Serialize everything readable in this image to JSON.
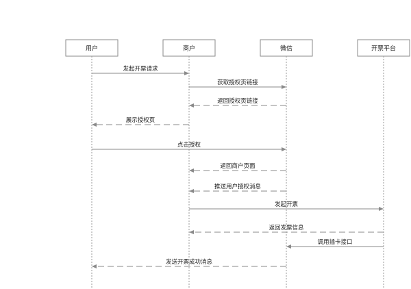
{
  "diagram": {
    "type": "sequence-diagram",
    "participants": [
      {
        "id": "user",
        "label": "用户"
      },
      {
        "id": "merchant",
        "label": "商户"
      },
      {
        "id": "wechat",
        "label": "微信"
      },
      {
        "id": "invoice",
        "label": "开票平台"
      }
    ],
    "messages": [
      {
        "from": "user",
        "to": "merchant",
        "label": "发起开票请求",
        "style": "solid"
      },
      {
        "from": "merchant",
        "to": "wechat",
        "label": "获取授权页链接",
        "style": "solid"
      },
      {
        "from": "wechat",
        "to": "merchant",
        "label": "返回授权页链接",
        "style": "dashed"
      },
      {
        "from": "merchant",
        "to": "user",
        "label": "展示授权页",
        "style": "dashed"
      },
      {
        "from": "user",
        "to": "wechat",
        "label": "点击授权",
        "style": "solid"
      },
      {
        "from": "wechat",
        "to": "merchant",
        "label": "返回商户页面",
        "style": "dashed"
      },
      {
        "from": "wechat",
        "to": "merchant",
        "label": "推送用户授权消息",
        "style": "dashed"
      },
      {
        "from": "merchant",
        "to": "invoice",
        "label": "发起开票",
        "style": "solid"
      },
      {
        "from": "invoice",
        "to": "merchant",
        "label": "返回发票信息",
        "style": "dashed"
      },
      {
        "from": "invoice",
        "to": "wechat",
        "label": "调用插卡接口",
        "style": "solid"
      },
      {
        "from": "wechat",
        "to": "user",
        "label": "发送开票成功消息",
        "style": "dashed"
      }
    ]
  },
  "colors": {
    "line": "#8a8a8a",
    "text": "#222222",
    "background": "#ffffff"
  }
}
